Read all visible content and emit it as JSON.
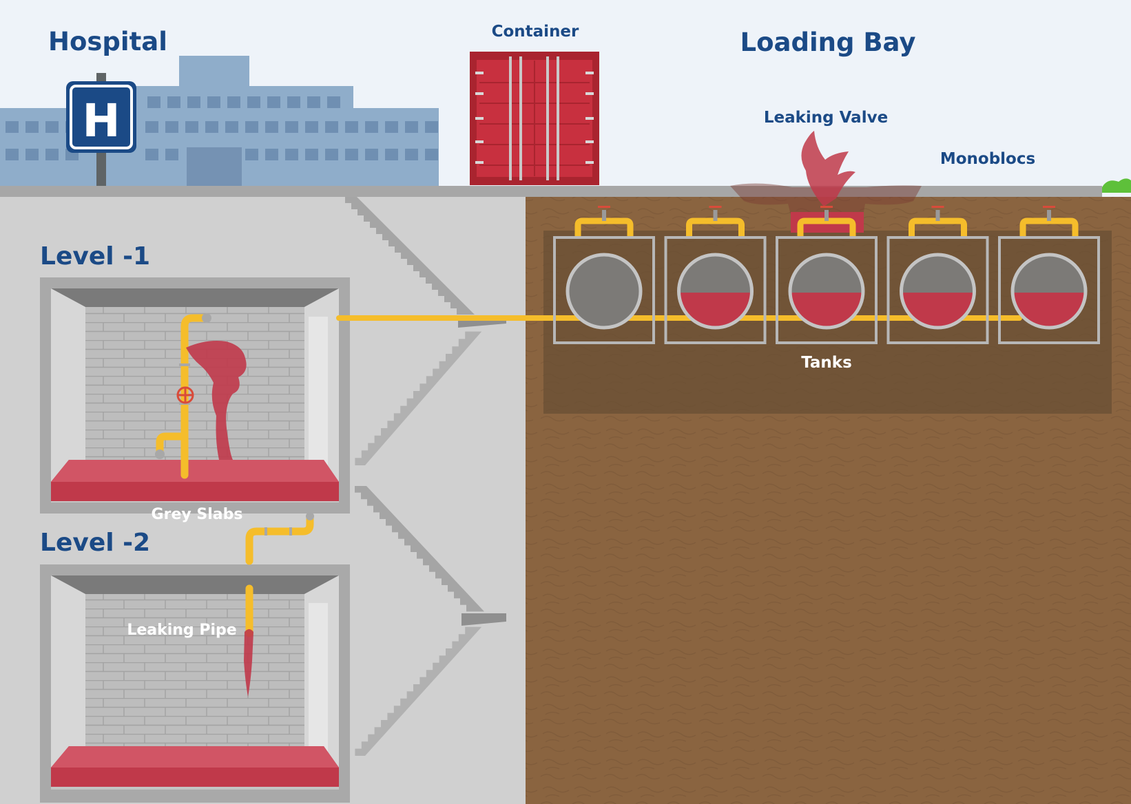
{
  "labels": {
    "hospital": "Hospital",
    "container": "Container",
    "loading_bay": "Loading Bay",
    "leaking_valve": "Leaking Valve",
    "monoblocs": "Monoblocs",
    "level_1": "Level -1",
    "level_2": "Level -2",
    "grey_slabs": "Grey Slabs",
    "leaking_pipe": "Leaking Pipe",
    "tanks": "Tanks",
    "hospital_sign": "H"
  },
  "tanks": [
    {
      "fill": 0.0
    },
    {
      "fill": 0.48
    },
    {
      "fill": 0.48
    },
    {
      "fill": 0.48
    },
    {
      "fill": 0.48
    }
  ],
  "colors": {
    "sky": "#eef3f9",
    "label_blue": "#1b4a86",
    "hospital_building": "#8fadca",
    "hospital_window": "#6f8fb2",
    "container_red": "#c8303f",
    "concrete": "#d0d0d0",
    "soil": "#8a6440",
    "soil_dark_pit": "#6a5035",
    "pipe_yellow": "#f5bd2b",
    "liquid_red": "#c0394a",
    "tank_grey": "#7c7a77",
    "room_wall": "#a9a9a9",
    "brick": "#bdbdbd"
  }
}
